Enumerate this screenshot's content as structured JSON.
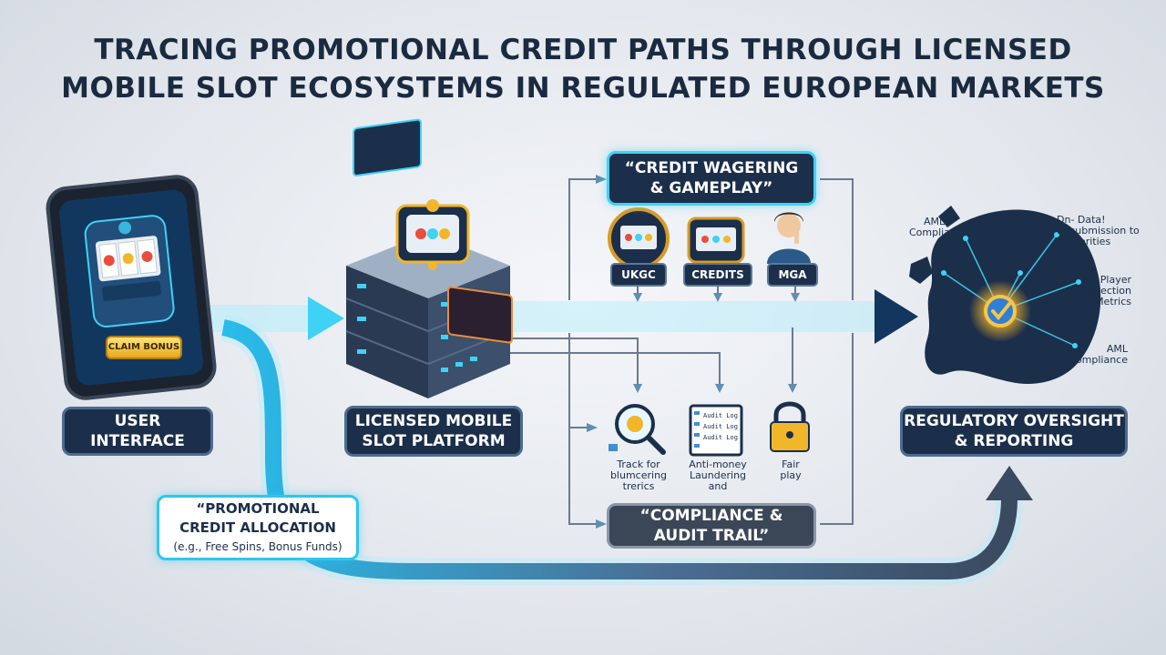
{
  "title": {
    "line1": "TRACING PROMOTIONAL CREDIT PATHS THROUGH LICENSED",
    "line2": "MOBILE SLOT ECOSYSTEMS IN REGULATED EUROPEAN MARKETS"
  },
  "user_interface": {
    "line1": "USER",
    "line2": "INTERFACE",
    "claim_button": "CLAIM BONUS"
  },
  "platform": {
    "line1": "LICENSED MOBILE",
    "line2": "SLOT PLATFORM"
  },
  "regulatory": {
    "line1": "REGULATORY OVERSIGHT",
    "line2": "& REPORTING"
  },
  "promo": {
    "line1": "“PROMOTIONAL",
    "line2": "CREDIT ALLOCATION",
    "line3": "(e.g., Free Spins, Bonus Funds)"
  },
  "wagering": {
    "line1": "“CREDIT WAGERING",
    "line2": "& GAMEPLAY”",
    "pills": [
      "UKGC",
      "CREDITS",
      "MGA"
    ]
  },
  "compliance": {
    "line1": "“COMPLIANCE &",
    "line2": "AUDIT TRAIL”",
    "items": [
      {
        "line1": "Track for",
        "line2": "blumcering",
        "line3": "trerics"
      },
      {
        "line1": "Anti-money",
        "line2": "Laundering",
        "line3": "and"
      },
      {
        "line1": "Fair",
        "line2": "play",
        "line3": ""
      }
    ],
    "log_lines": [
      "Audit Log",
      "Audit Log",
      "Audit Log"
    ]
  },
  "map_labels": {
    "aml_top": {
      "line1": "AML",
      "line2": "Compliance"
    },
    "data_submission": {
      "line1": "Dn-  Data!",
      "line2": "to submission to",
      "line3": "authorities"
    },
    "player_protection": {
      "line1": "Player",
      "line2": "Protection",
      "line3": "Metrics"
    },
    "aml_bottom": {
      "line1": "AML",
      "line2": "Compliance"
    }
  },
  "colors": {
    "navy": "#1b2f4b",
    "cyan": "#3fd2f5",
    "gold": "#f1b62a",
    "slate": "#5b6b80"
  },
  "icons": [
    "smartphone-slot-icon",
    "server-stack-icon",
    "slot-machine-icon",
    "magnifier-icon",
    "audit-log-icon",
    "padlock-icon",
    "europe-map-icon",
    "checkmark-badge-icon",
    "person-icon"
  ]
}
